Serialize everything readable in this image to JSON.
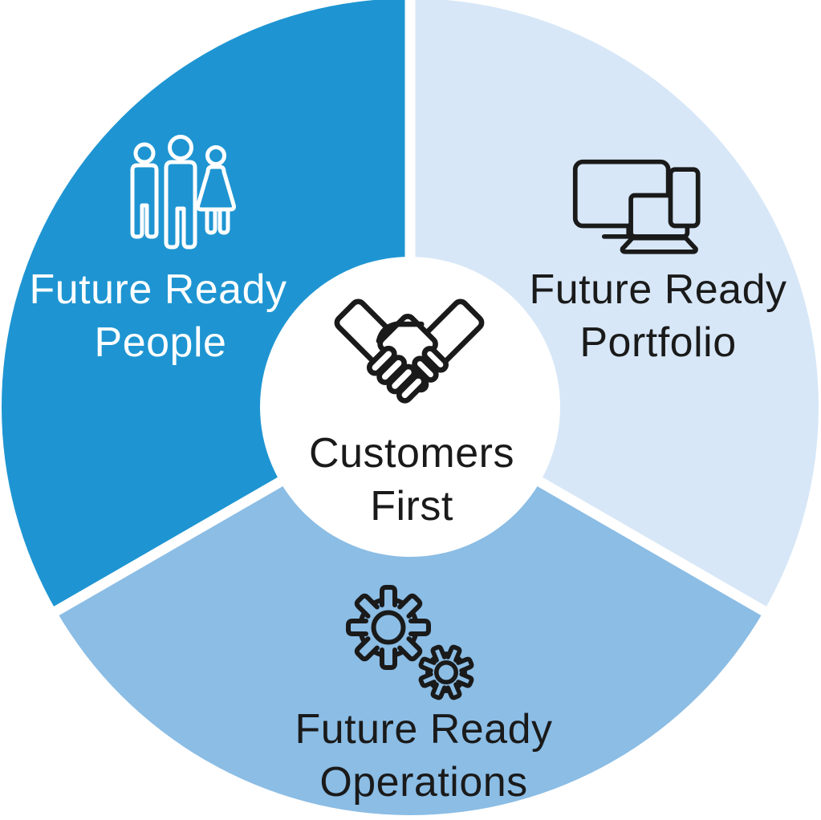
{
  "diagram": {
    "center": {
      "line1": "Customers",
      "line2": "First",
      "icon": "handshake-icon",
      "bg_color": "#ffffff",
      "text_color": "#1a1a1a",
      "icon_color": "#1a1a1a"
    },
    "segments": [
      {
        "id": "people",
        "line1": "Future Ready",
        "line2": "People",
        "color": "#1e95d2",
        "text_color": "#ffffff",
        "icon": "people-group-icon",
        "icon_color": "#ffffff"
      },
      {
        "id": "portfolio",
        "line1": "Future Ready",
        "line2": "Portfolio",
        "color": "#d7e7f7",
        "text_color": "#1a1a1a",
        "icon": "devices-icon",
        "icon_color": "#1a1a1a"
      },
      {
        "id": "operations",
        "line1": "Future Ready",
        "line2": "Operations",
        "color": "#8bbde5",
        "text_color": "#1a1a1a",
        "icon": "gears-icon",
        "icon_color": "#1a1a1a"
      }
    ],
    "divider_color": "#ffffff"
  }
}
